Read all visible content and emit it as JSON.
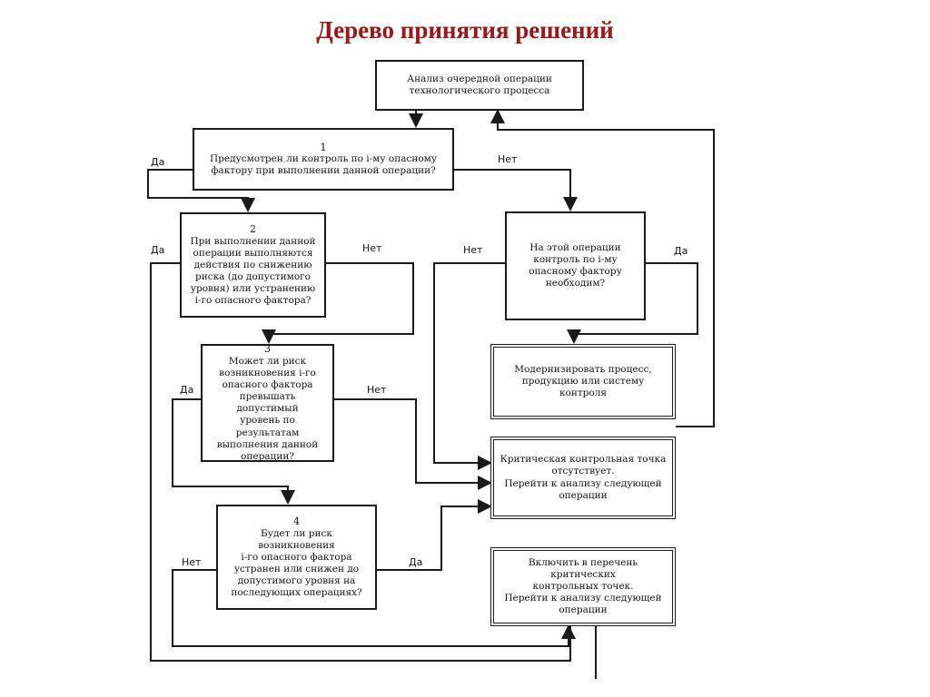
{
  "title": "Дерево принятия решений",
  "boxes": {
    "start": "Анализ очередной операции\nтехнологического процесса",
    "q1_num": "1",
    "q1": "Предусмотрен ли контроль по i-му опасному\nфактору при выполнении данной операции?",
    "q2_num": "2",
    "q2": "При выполнении данной\nоперации выполняются\nдействия по снижению\nриска (до допустимого\nуровня) или устранению\ni-го опасного фактора?",
    "qc": "На этой операции\nконтроль по i-му\nопасному фактору\nнеобходим?",
    "q3_num": "3",
    "q3": "Может ли риск\nвозникновения i-го\nопасного фактора\nпревышать допустимый\nуровень по результатам\nвыполнения данной\nоперации?",
    "modernize": "Модернизировать процесс,\nпродукцию или систему\nконтроля",
    "no_ccp": "Критическая контрольная точка\nотсутствует.\nПерейти к анализу следующей\nоперации",
    "q4_num": "4",
    "q4": "Будет ли риск возникновения\ni-го опасного фактора\nустранен или снижен до\nдопустимого уровня на\nпоследующих операциях?",
    "include_ccp": "Включить в перечень критических\nконтрольных точек.\nПерейти к анализу следующей\nоперации"
  },
  "labels": {
    "yes": "Да",
    "no": "Нет"
  }
}
